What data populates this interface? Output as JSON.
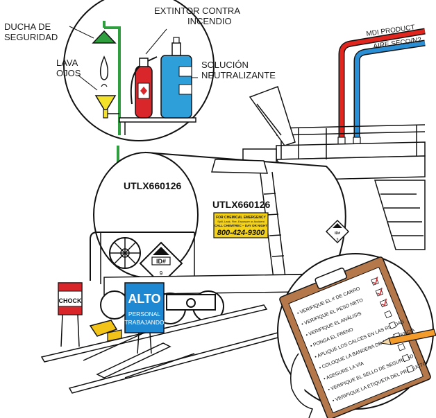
{
  "labels": {
    "ducha_line1": "DUCHA DE",
    "ducha_line2": "SEGURIDAD",
    "extintor_line1": "EXTINTOR CONTRA",
    "extintor_line2": "INCENDIO",
    "lava_line1": "LAVA",
    "lava_line2": "OJOS",
    "solucion_line1": "SOLUCIÓN",
    "solucion_line2": "NEUTRALIZANTE",
    "pipe_mdi": "MDI PRODUCT",
    "pipe_aire": "AIRE SECO/N2"
  },
  "tank": {
    "id_end": "UTLX660126",
    "id_side": "UTLX660126",
    "placard_small": "ID#",
    "placard_class": "9",
    "emergency_line1": "FOR CHEMICAL EMERGENCY",
    "emergency_line2": "Spill, Leak, Fire, Exposure or Accident",
    "emergency_line3": "CALL CHEMTREC – DAY OR NIGHT",
    "emergency_phone": "800-424-9300"
  },
  "signs": {
    "chock": "CHOCK",
    "alto": "ALTO",
    "alto_sub1": "PERSONAL",
    "alto_sub2": "TRABAJANDO"
  },
  "checklist": [
    "VERIFIQUE EL # DE CARRO",
    "VERIFIQUE EL PESO NETO",
    "VERIFIQUE EL ANÁLISIS",
    "PONGA EL FRENO",
    "APLIQUE LOS CALCES EN LAS RUEDAS",
    "COLOQUE LA BANDERA DE ADVERTENCIA",
    "ASEGURE LA VÍA",
    "VERIFIQUE EL SELLO DE SEGURIDAD",
    "VERIFIQUE LA ETIQUETA DEL PRODUCTO"
  ],
  "checklist_checked": [
    true,
    true,
    true,
    false,
    false,
    false,
    false,
    false,
    false
  ],
  "colors": {
    "shower_green": "#2e9e3e",
    "eyewash_yellow": "#f4e22a",
    "extinguisher_red": "#d8262b",
    "solution_blue": "#2f9fd9",
    "pipe_red": "#e0261f",
    "pipe_blue": "#2a8fd4",
    "alto_blue": "#1e88d3",
    "chock_yellow": "#f2c318",
    "emergency_yellow": "#f5d21a",
    "clipboard_brown": "#b4784a",
    "pencil_orange": "#f39b2b"
  }
}
